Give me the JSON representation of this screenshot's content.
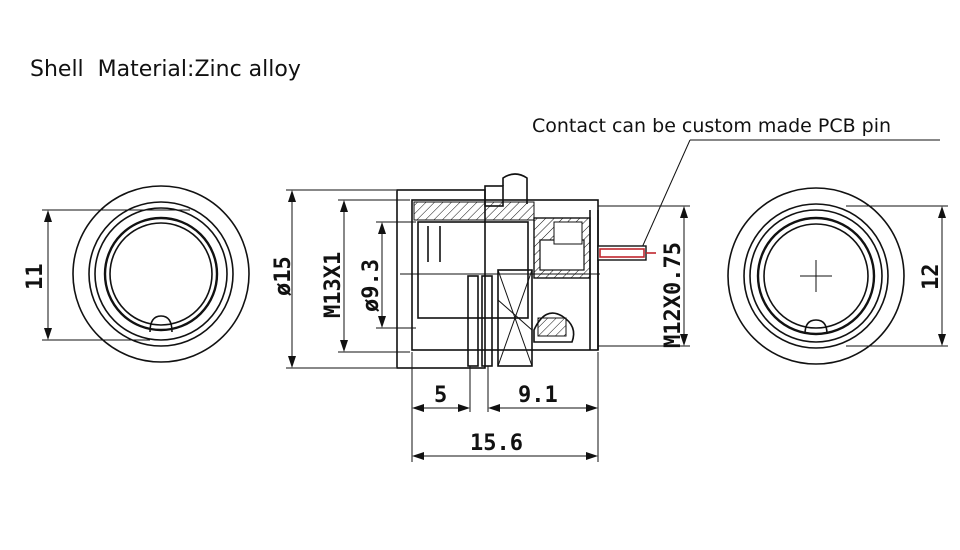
{
  "title": "Shell  Material:Zinc alloy",
  "note": "Contact can be custom made PCB pin",
  "dimensions": {
    "left_face_height": "11",
    "outer_diameter": "ø15",
    "thread_front": "M13X1",
    "inner_diameter": "ø9.3",
    "thread_rear": "M12X0.75",
    "right_face_height": "12",
    "length_front": "5",
    "length_rear": "9.1",
    "length_total": "15.6"
  },
  "colors": {
    "line": "#111111",
    "pin_accent": "#c0262d"
  }
}
